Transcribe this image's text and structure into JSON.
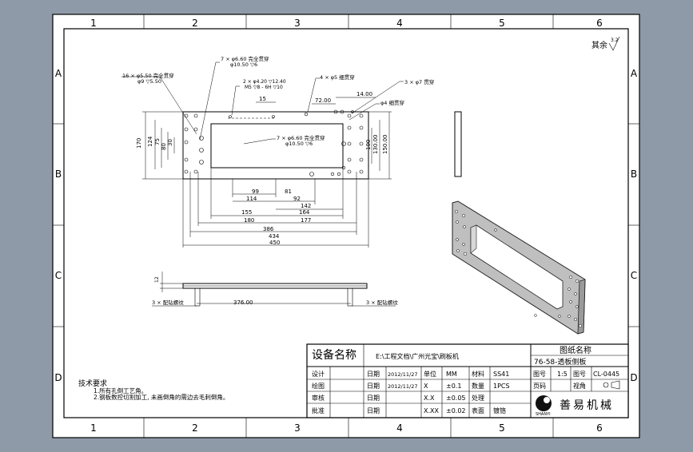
{
  "frame": {
    "col_labels": [
      "1",
      "2",
      "3",
      "4",
      "5",
      "6"
    ],
    "row_labels": [
      "A",
      "B",
      "C",
      "D"
    ]
  },
  "roughness": {
    "label": "其余",
    "value": "3.2"
  },
  "annotations": {
    "hole1": "16 × φ5.50 完全贯穿",
    "hole1b": "φ9 ▽5.50",
    "hole2": "7 × φ6.60 完全贯穿",
    "hole2b": "φ10.50 ▽6",
    "hole3": "2 × φ4.20 ▽12.40",
    "hole3b": "M5 ▽8 - 6H ▽10",
    "hole4": "4 × φ5 细贯穿",
    "hole5": "3 × φ7 贯穿",
    "hole6": "φ4 细贯穿",
    "hole7": "7 × φ6.60 完全贯穿",
    "hole7b": "φ10.50 ▽6",
    "side_note_left": "3 × 配钻螺纹",
    "side_note_right": "3 × 配钻螺纹"
  },
  "dimensions": {
    "top_15": "15",
    "top_72": "72.00",
    "top_14": "14.00",
    "left_170": "170",
    "left_124": "124",
    "left_80": "80",
    "left_75": "75",
    "left_30": "30",
    "right_100": "100",
    "right_150": "150.00",
    "right_130": "130.00",
    "b_99": "99",
    "b_81": "81",
    "b_114": "114",
    "b_92": "92",
    "b_142": "142",
    "b_155": "155",
    "b_164": "164",
    "b_180": "180",
    "b_177": "177",
    "b_386": "386",
    "b_434": "434",
    "b_450": "450",
    "side_12": "12",
    "side_376": "376.00"
  },
  "title_block": {
    "equipment_label": "设备名称",
    "file_path": "E:\\工程文档\\广州光宝\\刷板机",
    "drawing_name_label": "图纸名称",
    "drawing_name": "76-58-透板侧板",
    "rows": [
      {
        "role": "设计",
        "date_label": "日期",
        "date": "2012/11/27",
        "f1": "单位",
        "v1": "MM",
        "f2": "材料",
        "v2": "SS41"
      },
      {
        "role": "绘图",
        "date_label": "日期",
        "date": "2012/11/27",
        "f1": "X",
        "v1": "±0.1",
        "f2": "数量",
        "v2": "1PCS"
      },
      {
        "role": "审核",
        "date_label": "日期",
        "date": "",
        "f1": "X.X",
        "v1": "±0.05",
        "f2": "处理",
        "v2": ""
      },
      {
        "role": "批准",
        "date_label": "日期",
        "date": "",
        "f1": "X.XX",
        "v1": "±0.02",
        "f2": "表面",
        "v2": "镀铬"
      }
    ],
    "scale_label": "图号",
    "scale_value": "1:5",
    "drawing_no_label": "图号",
    "drawing_no": "CL-0445",
    "page_label": "页码",
    "sheet_label": "视角",
    "company": "善易机械",
    "logo_text": "SHANYI"
  },
  "tech_requirements": {
    "title": "技术要求",
    "items": [
      "1.所有孔倒工艺角。",
      "2.钢板数控切割加工, 未画倒角的需边去毛刺倒角。"
    ]
  }
}
